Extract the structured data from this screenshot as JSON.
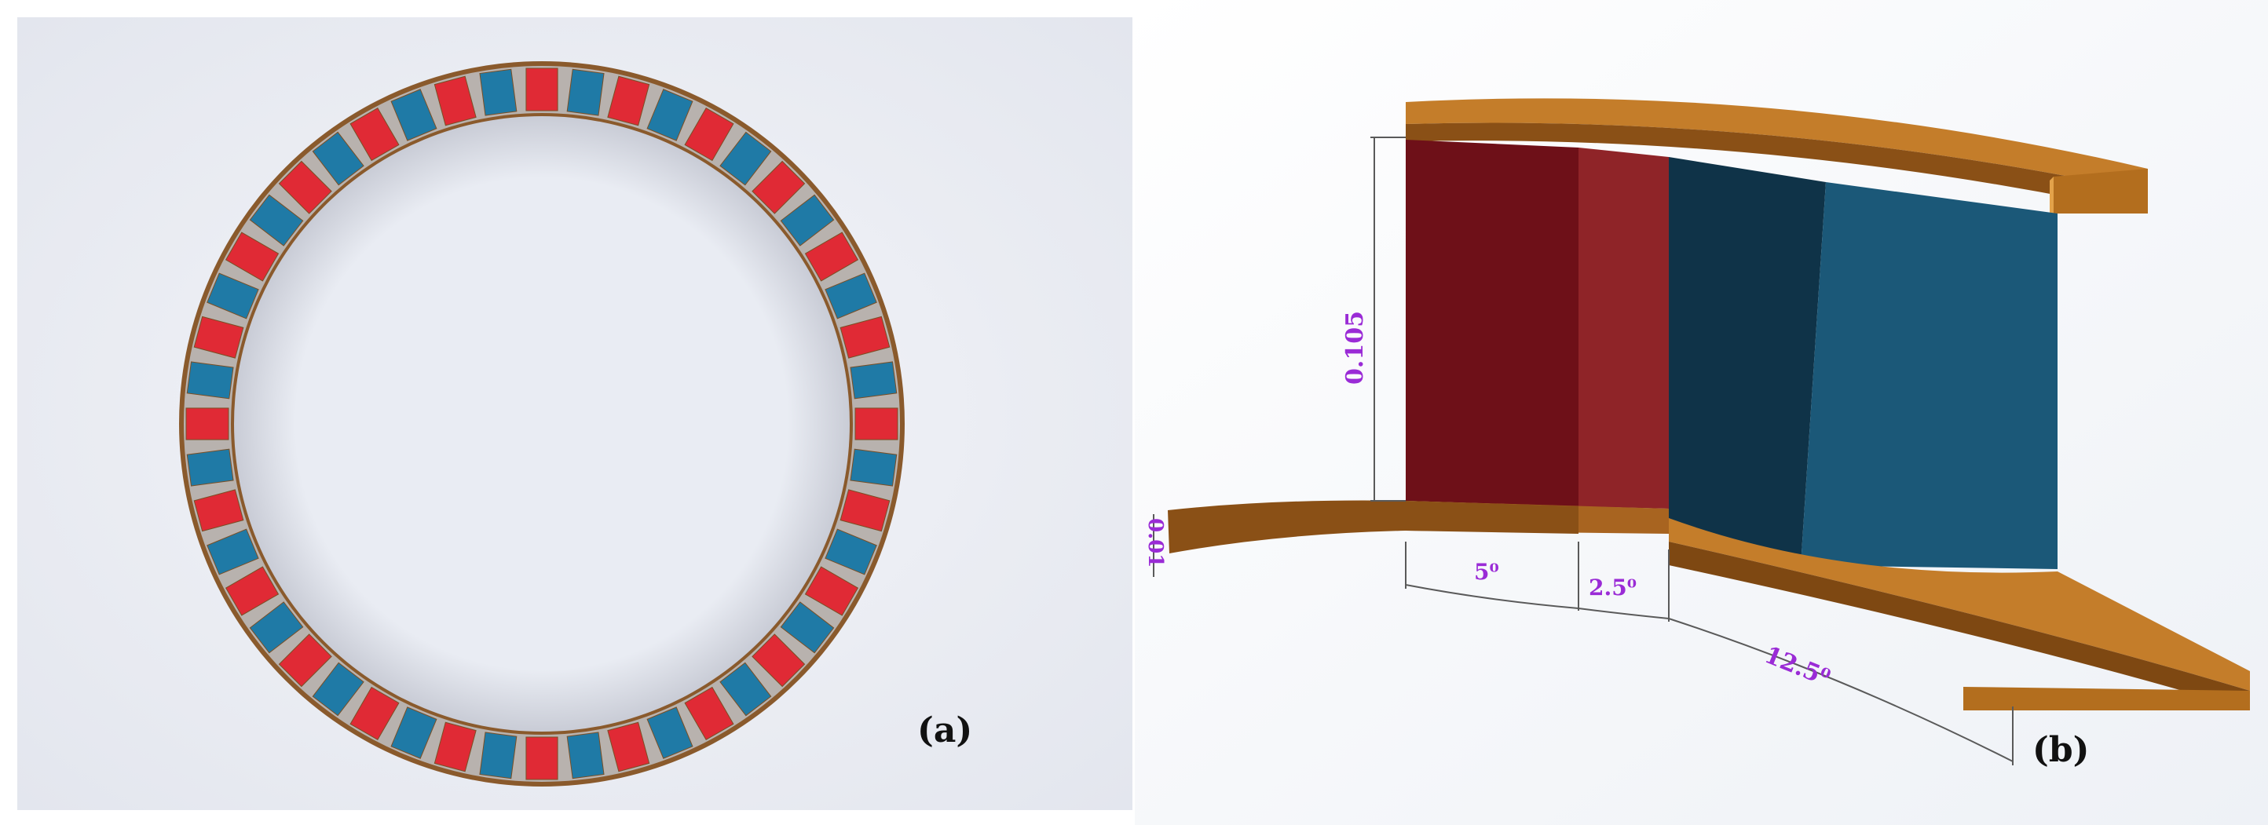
{
  "panel_a": {
    "label": "(a)",
    "magnet_count": 48,
    "colors": {
      "red_magnet": "#e02a35",
      "blue_magnet": "#1f7aa6",
      "ring_base": "#8a5a2c",
      "background": "#eef0f5"
    }
  },
  "panel_b": {
    "label": "(b)",
    "dimensions": {
      "height": "0.105",
      "thickness": "0.01",
      "angle_1": "5⁰",
      "angle_2": "2.5⁰",
      "angle_3": "12.5⁰"
    },
    "colors": {
      "iron": "#b36e1e",
      "red_dark": "#6e1018",
      "red_light": "#8f2428",
      "blue_dark": "#0f3348",
      "blue_light": "#1b5878",
      "dimension_text": "#9a2bd6"
    }
  }
}
